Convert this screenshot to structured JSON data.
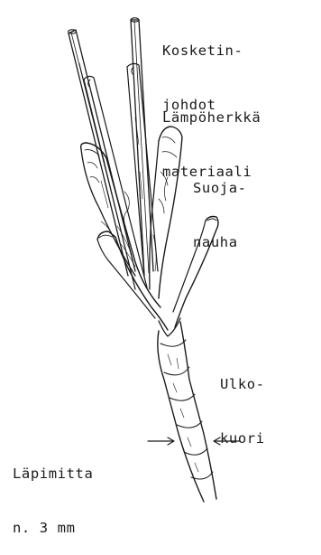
{
  "labels": {
    "wires": [
      "Kosketin-",
      "johdot"
    ],
    "heat_material": [
      "Lämpöherkkä",
      "materiaali"
    ],
    "protective_tape": [
      "Suoja-",
      "nauha"
    ],
    "outer_sheath": [
      "Ulko-",
      "kuori"
    ],
    "diameter": [
      "Läpimitta",
      "n. 3 mm"
    ]
  },
  "colors": {
    "ink": "#1a1a1a",
    "background": "#ffffff"
  }
}
